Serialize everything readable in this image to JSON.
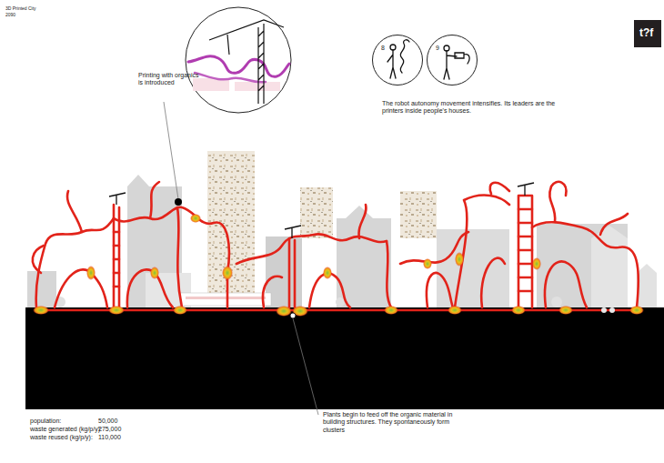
{
  "diagram": {
    "title": "3D Printed City",
    "nodes": [
      {
        "text": [
          "t?f"
        ]
      },
      {
        "text": [
          "8"
        ]
      },
      {
        "text": [
          "9"
        ]
      }
    ],
    "labels": [
      "2090",
      "Printing with organics is introduced",
      "The robot autonomy movement intensifies. Its leaders are the printers inside people's houses.",
      "Plants begin to feed off the organic material in building structures. They spontaneously form clusters",
      "population:",
      "50,000",
      "waste generated (kg/p/y):",
      "275,000",
      "waste reused (kg/p/y):",
      "110,000"
    ]
  }
}
